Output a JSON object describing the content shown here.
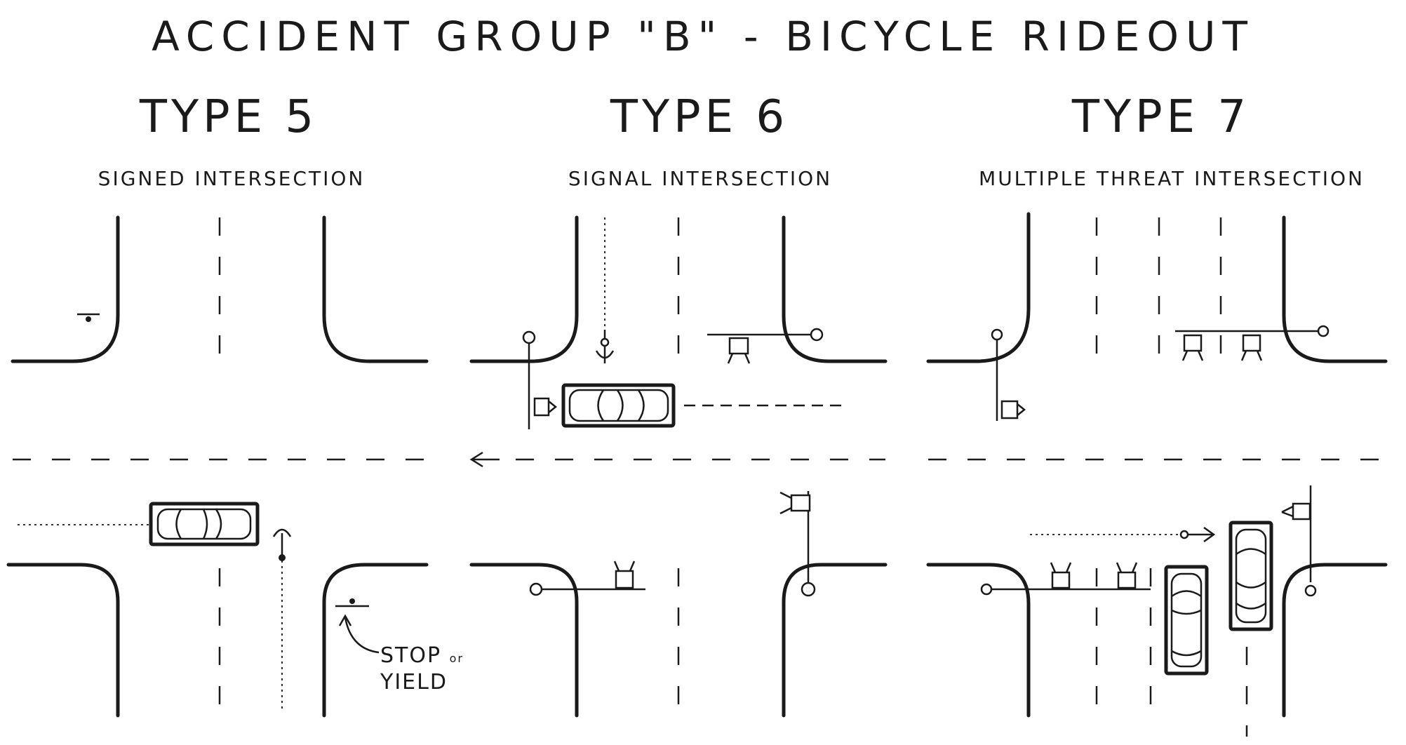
{
  "title": "ACCIDENT GROUP \"B\" - BICYCLE RIDEOUT",
  "panels": [
    {
      "type_label": "TYPE 5",
      "subtitle": "SIGNED INTERSECTION"
    },
    {
      "type_label": "TYPE 6",
      "subtitle": "SIGNAL INTERSECTION"
    },
    {
      "type_label": "TYPE 7",
      "subtitle": "MULTIPLE THREAT INTERSECTION"
    }
  ],
  "annotation": {
    "line1": "STOP",
    "or": "or",
    "line2": "YIELD"
  },
  "icons": [
    "car-icon",
    "bicycle-icon",
    "traffic-signal-icon",
    "stop-sign-icon"
  ]
}
